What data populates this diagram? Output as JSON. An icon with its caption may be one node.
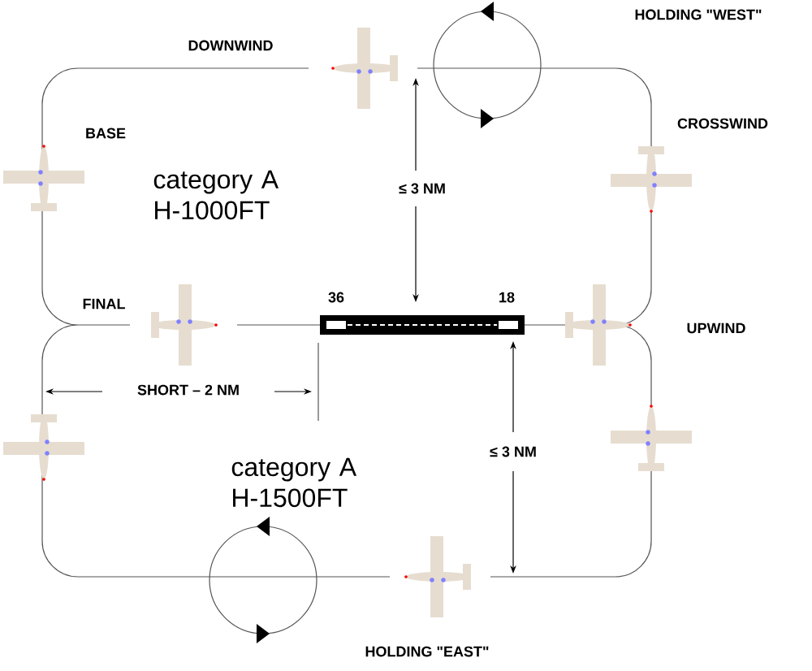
{
  "diagram": {
    "labels": [
      "HOLDING \"WEST\"",
      "DOWNWIND",
      "CROSSWIND",
      "BASE",
      "category A H-1000FT",
      "≤ 3 NM",
      "FINAL",
      "36",
      "18",
      "UPWIND",
      "SHORT – 2 NM",
      "≤ 3 NM",
      "category A H-1500FT",
      "HOLDING \"EAST\""
    ]
  }
}
